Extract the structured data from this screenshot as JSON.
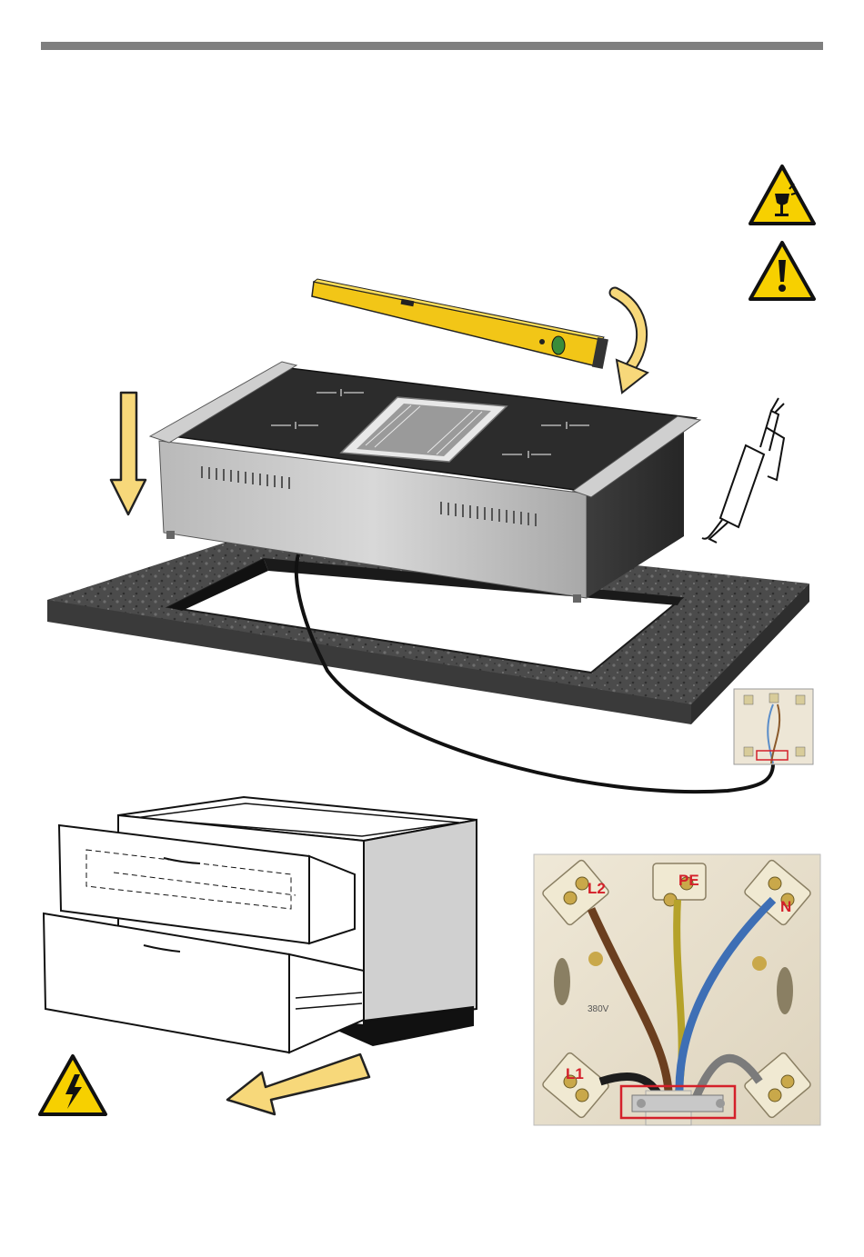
{
  "warnings": {
    "fragile_icon": "fragile-glass-warning-icon",
    "attention_icon": "exclamation-warning-icon",
    "electric_icon": "high-voltage-warning-icon",
    "colors": {
      "warning_yellow": "#f7d000",
      "outline": "#111111"
    }
  },
  "terminal_block": {
    "labels": {
      "l2": "L2",
      "pe": "PE",
      "n": "N",
      "l1": "L1"
    },
    "voltage": "380V",
    "highlight_color": "#d4202a"
  },
  "illustration": {
    "arrow_color": "#f7d87a",
    "level_color": "#f2c617",
    "worktop_color": "#4a4a4a"
  }
}
